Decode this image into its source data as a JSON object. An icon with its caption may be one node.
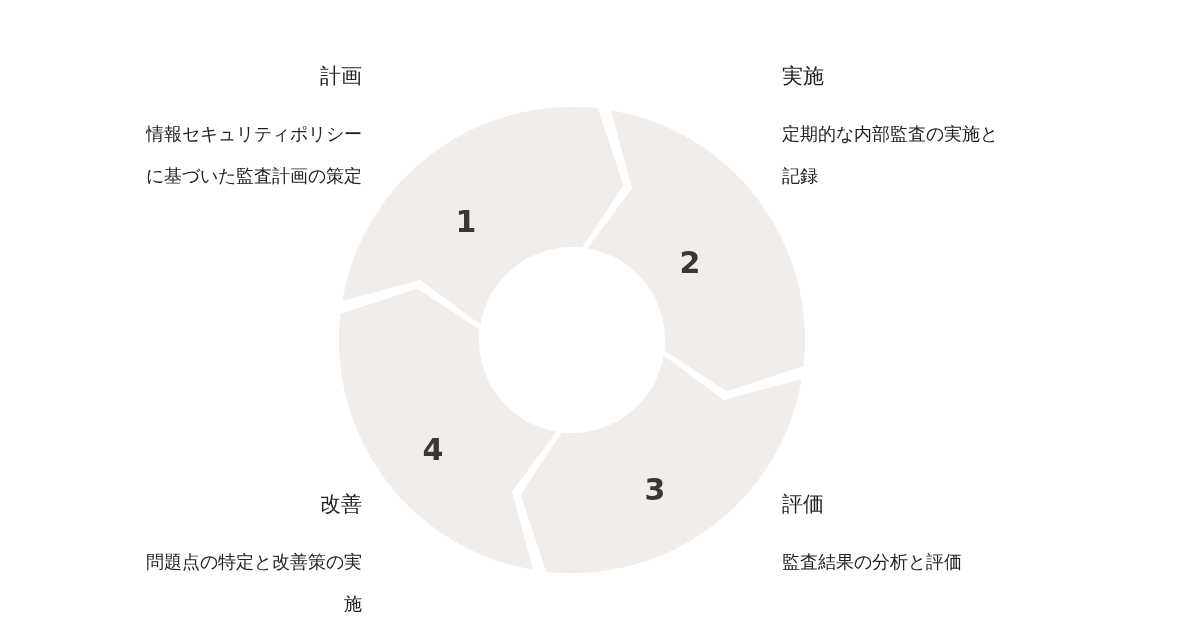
{
  "diagram": {
    "nodes": [
      {
        "text": [
          "1"
        ],
        "beside": [
          "計画",
          "情報セキュリティポリシーに基づいた監査計画の策定"
        ]
      },
      {
        "text": [
          "2"
        ],
        "beside": [
          "実施",
          "定期的な内部監査の実施と記録"
        ]
      },
      {
        "text": [
          "3"
        ],
        "beside": [
          "評価",
          "監査結果の分析と評価"
        ]
      },
      {
        "text": [
          "4"
        ],
        "beside": [
          "改善",
          "問題点の特定と改善策の実施"
        ]
      }
    ]
  }
}
